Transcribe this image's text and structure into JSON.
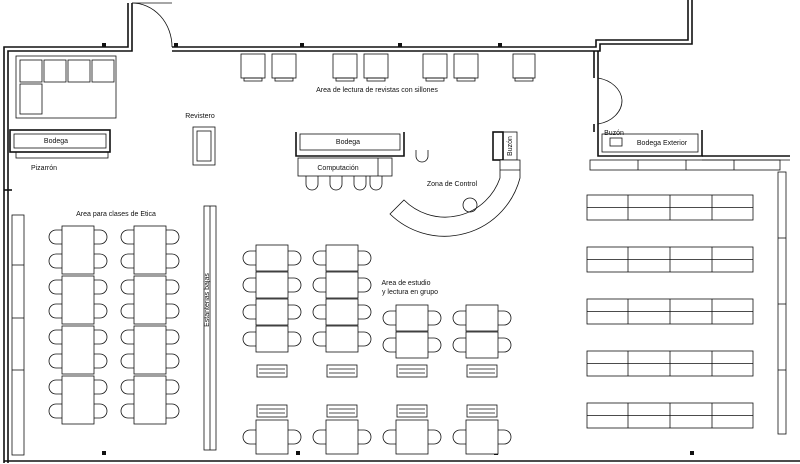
{
  "labels": {
    "magazine_area": "Area de lectura de revistas con sillones",
    "revistero": "Revistero",
    "bodega_left": "Bodega",
    "pizarron": "Pizarrón",
    "ethics_area": "Area para clases de Etica",
    "estanterias": "Estanterias bajas",
    "bodega_center": "Bodega",
    "computacion": "Computación",
    "buzon_vertical": "Buzón",
    "zona_control": "Zona de Control",
    "study_area_line1": "Area de estudio",
    "study_area_line2": "y lectura en grupo",
    "buzon": "Buzón",
    "bodega_exterior": "Bodega Exterior"
  }
}
